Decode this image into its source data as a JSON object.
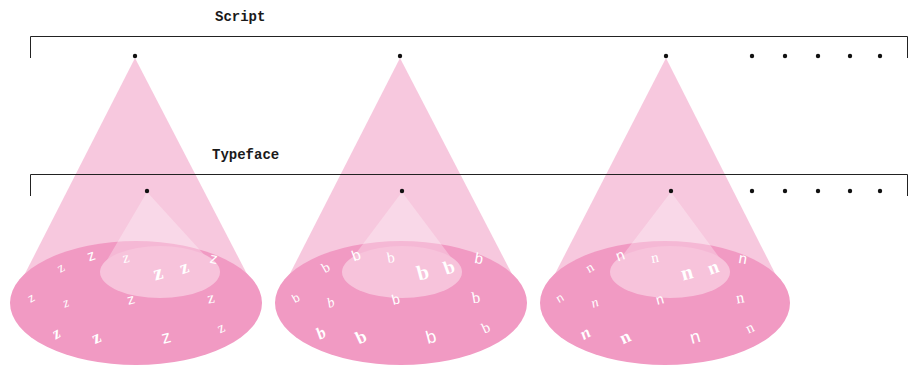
{
  "diagram": {
    "labels": [
      "Script",
      "Typeface",
      "z",
      "z",
      "z",
      "z",
      "z",
      "z",
      "z",
      "z",
      "z",
      "z",
      "z",
      "z",
      "z",
      "z",
      "b",
      "b",
      "b",
      "b",
      "b",
      "b",
      "b",
      "b",
      "b",
      "b",
      "b",
      "b",
      "b",
      "b",
      "n",
      "n",
      "n",
      "n",
      "n",
      "n",
      "n",
      "n",
      "n",
      "n",
      "n",
      "n",
      "n",
      "n"
    ]
  }
}
